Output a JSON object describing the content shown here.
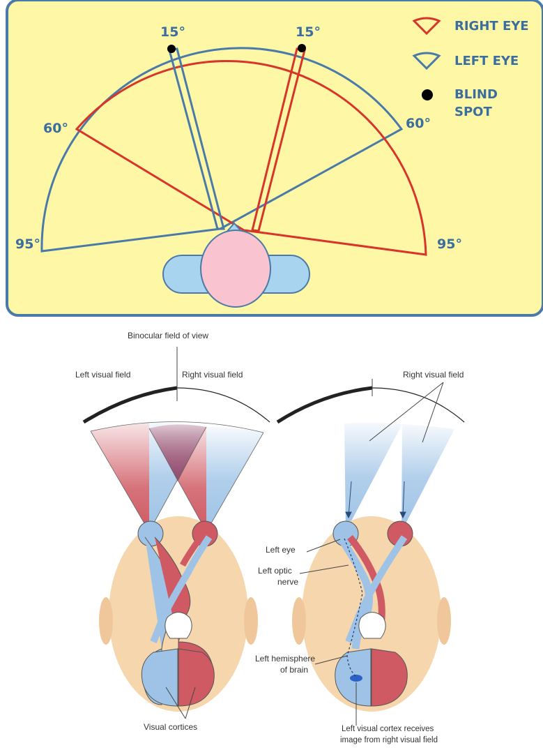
{
  "top_diagram": {
    "angle_labels": {
      "left_15": "15°",
      "right_15": "15°",
      "left_60": "60°",
      "right_60": "60°",
      "left_95": "95°",
      "right_95": "95°"
    },
    "legend": {
      "right_eye": "RIGHT EYE",
      "left_eye": "LEFT EYE",
      "blind_spot_line1": "BLIND",
      "blind_spot_line2": "SPOT"
    },
    "colors": {
      "background": "#fdf7a6",
      "right_eye": "#d8352a",
      "left_eye": "#4a7aa8",
      "head": "#f9c3cf",
      "shoulders": "#a9d4ef",
      "blind_spot": "#000000"
    }
  },
  "bottom_diagram": {
    "left_panel": {
      "binocular_label": "Binocular field of view",
      "left_visual_field": "Left visual field",
      "right_visual_field": "Right visual field",
      "visual_cortices": "Visual cortices"
    },
    "right_panel": {
      "right_visual_field": "Right visual field",
      "left_eye": "Left eye",
      "left_optic_nerve_line1": "Left optic",
      "left_optic_nerve_line2": "nerve",
      "left_hemisphere_line1": "Left hemisphere",
      "left_hemisphere_line2": "of brain",
      "cortex_caption_line1": "Left visual cortex receives",
      "cortex_caption_line2": "image from right visual field"
    },
    "colors": {
      "red": "#cf5a63",
      "blue": "#9ec3e6",
      "skin": "#f6d6ad",
      "cortex_spot": "#2a62c8"
    }
  }
}
